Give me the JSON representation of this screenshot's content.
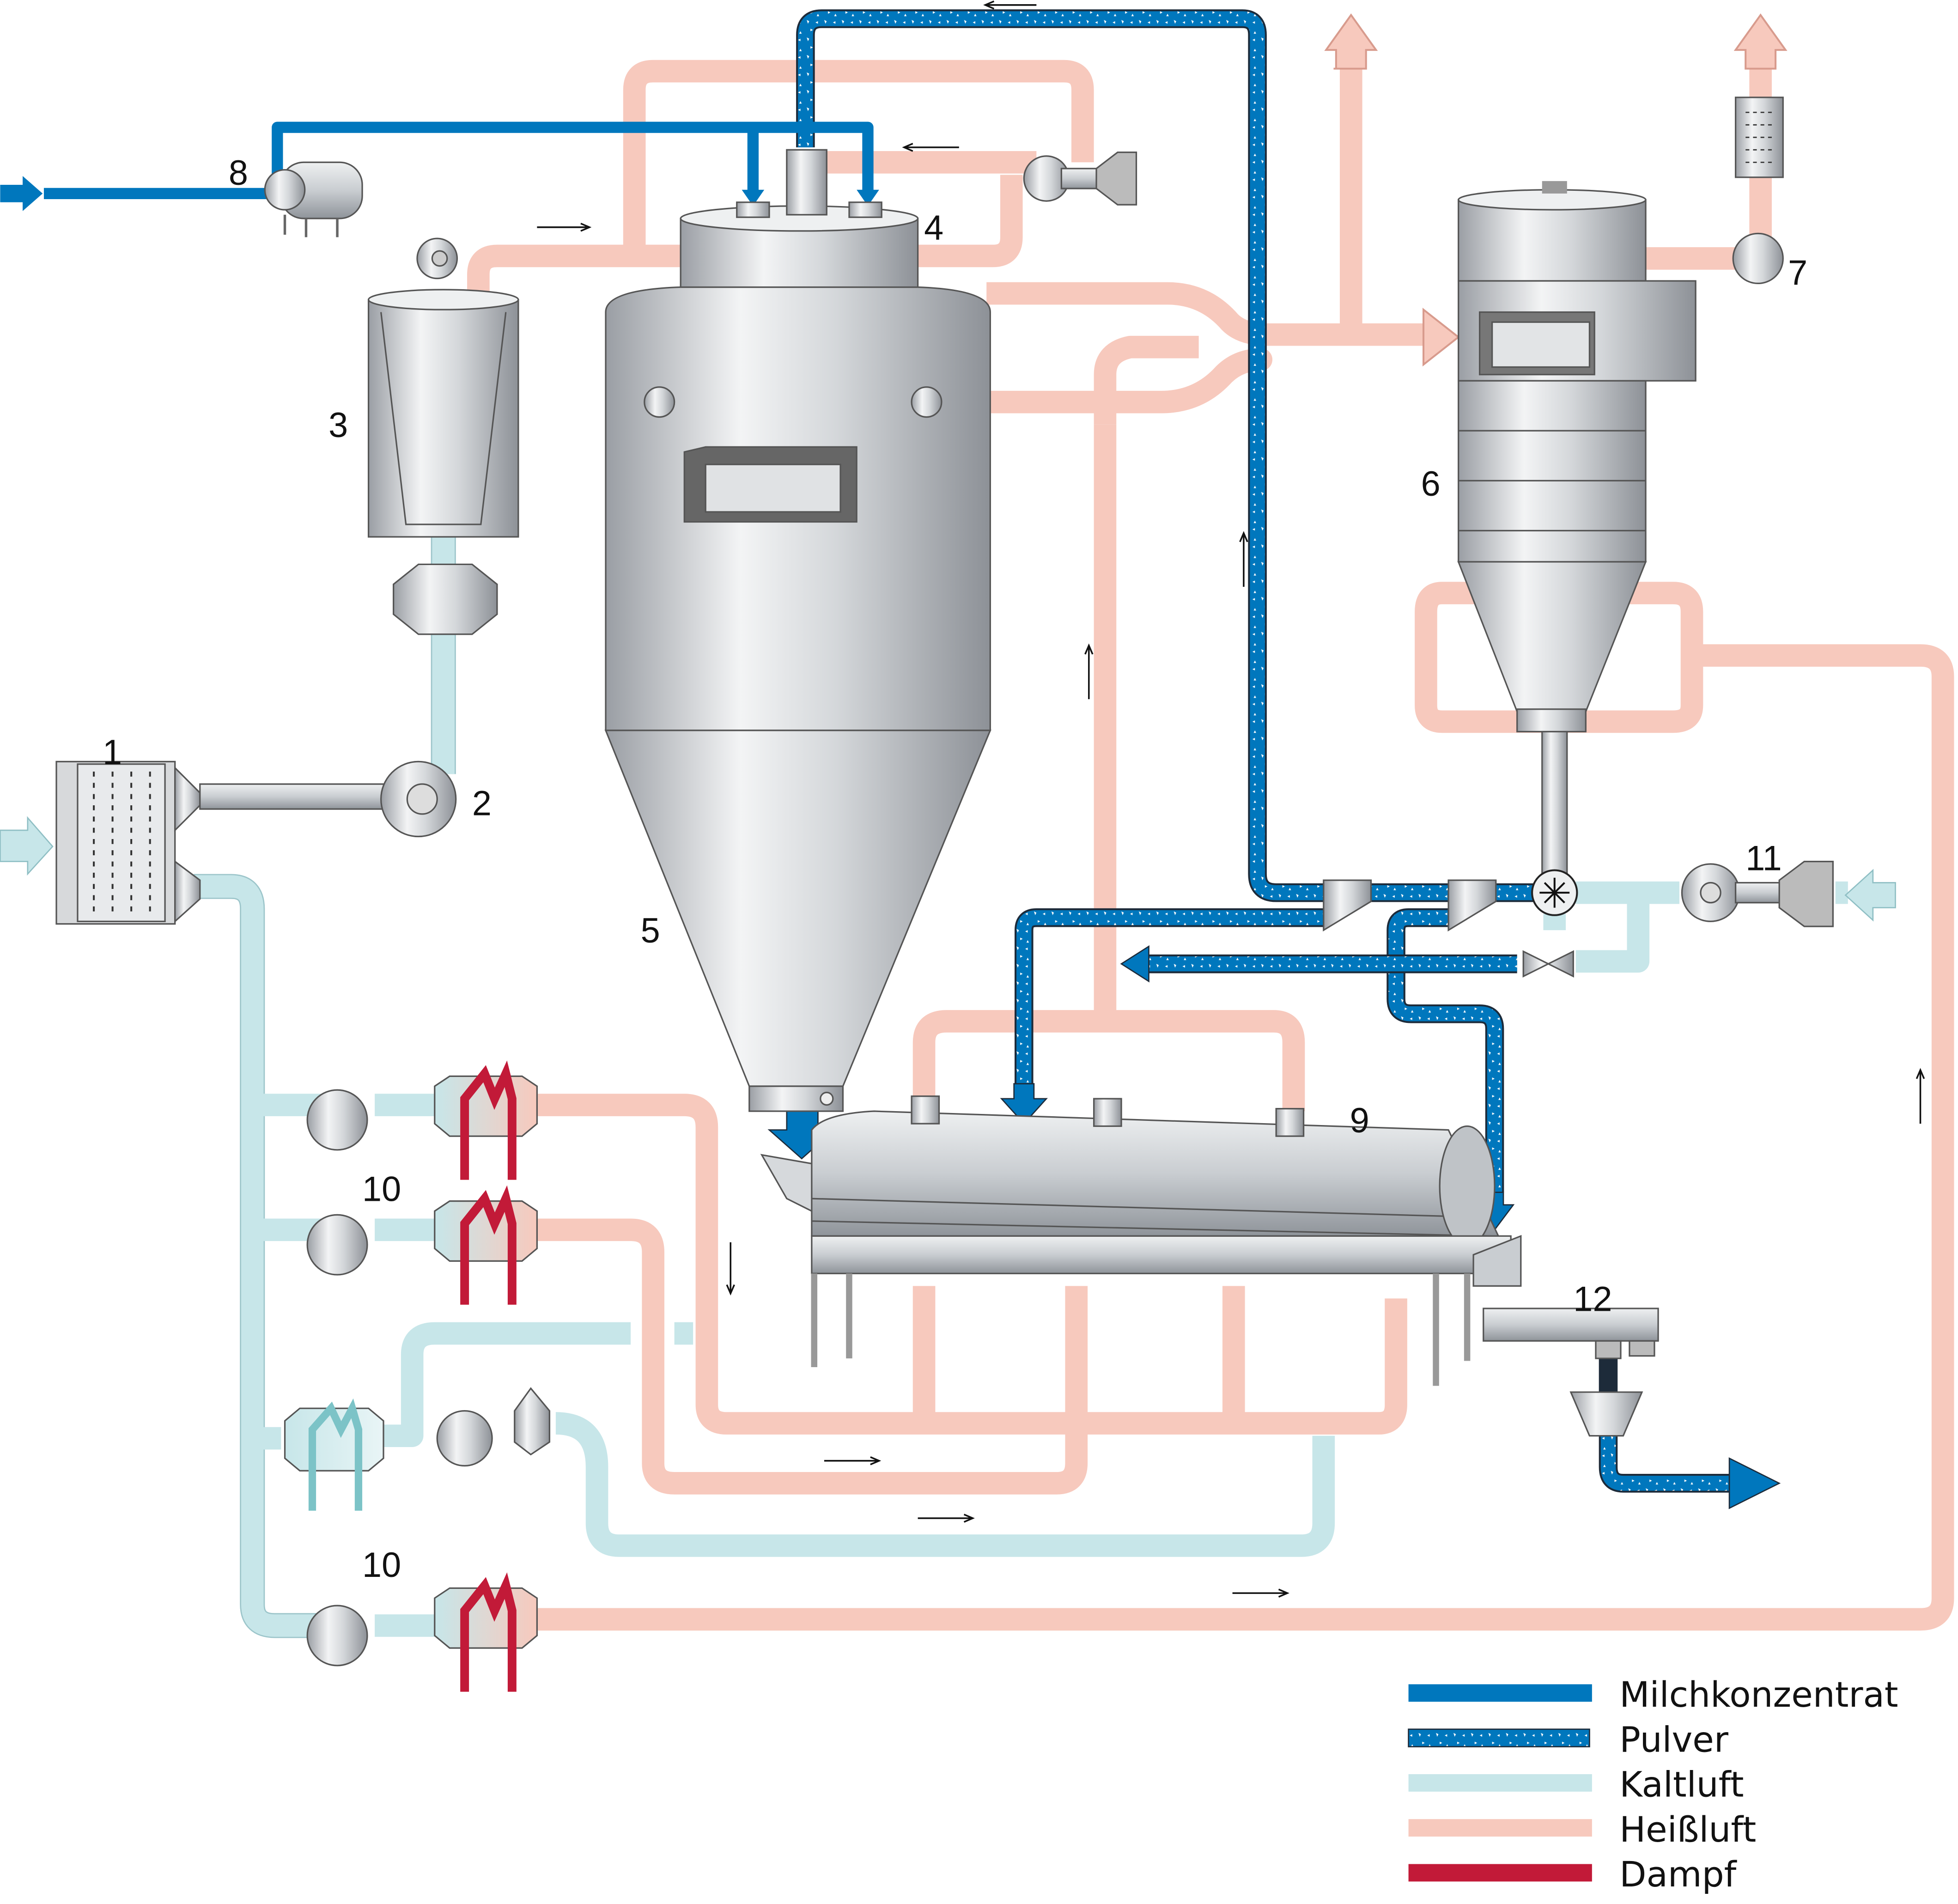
{
  "colors": {
    "milk": "#0077bd",
    "powder": "#0077bd",
    "cold_air": "#c7e6e9",
    "hot_air": "#f7c9bd",
    "steam": "#c21a38"
  },
  "labels": {
    "n1": "1",
    "n2": "2",
    "n3": "3",
    "n4": "4",
    "n5": "5",
    "n6": "6",
    "n7": "7",
    "n8": "8",
    "n9": "9",
    "n10a": "10",
    "n10b": "10",
    "n11": "11",
    "n12": "12"
  },
  "legend": [
    {
      "label": "Milchkonzentrat",
      "color": "#0077bd"
    },
    {
      "label": "Pulver",
      "color": "#0077bd"
    },
    {
      "label": "Kaltluft",
      "color": "#c7e6e9"
    },
    {
      "label": "Heißluft",
      "color": "#f7c9bd"
    },
    {
      "label": "Dampf",
      "color": "#c21a38"
    }
  ]
}
